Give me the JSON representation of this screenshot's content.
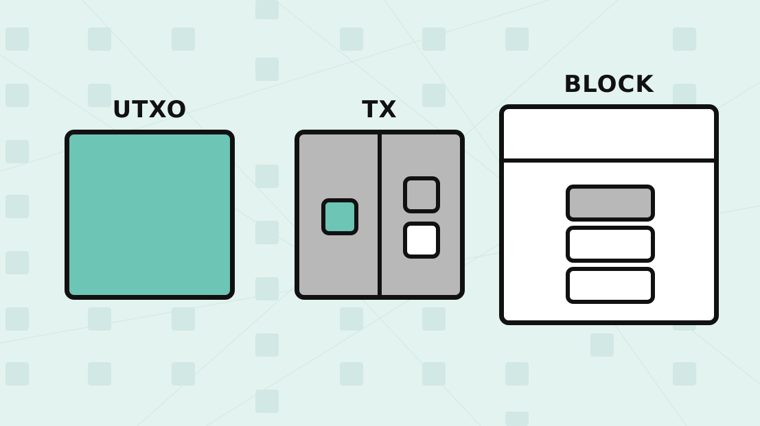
{
  "labels": {
    "utxo": "UTXO",
    "tx": "TX",
    "block": "BLOCK"
  },
  "colors": {
    "background": "#e3f3ef",
    "teal": "#6dc5b5",
    "gray": "#b8b8b8",
    "outline": "#111111",
    "white": "#ffffff"
  },
  "icons": {
    "utxo": "utxo-square-icon",
    "tx": "transaction-icon",
    "block": "block-icon"
  }
}
